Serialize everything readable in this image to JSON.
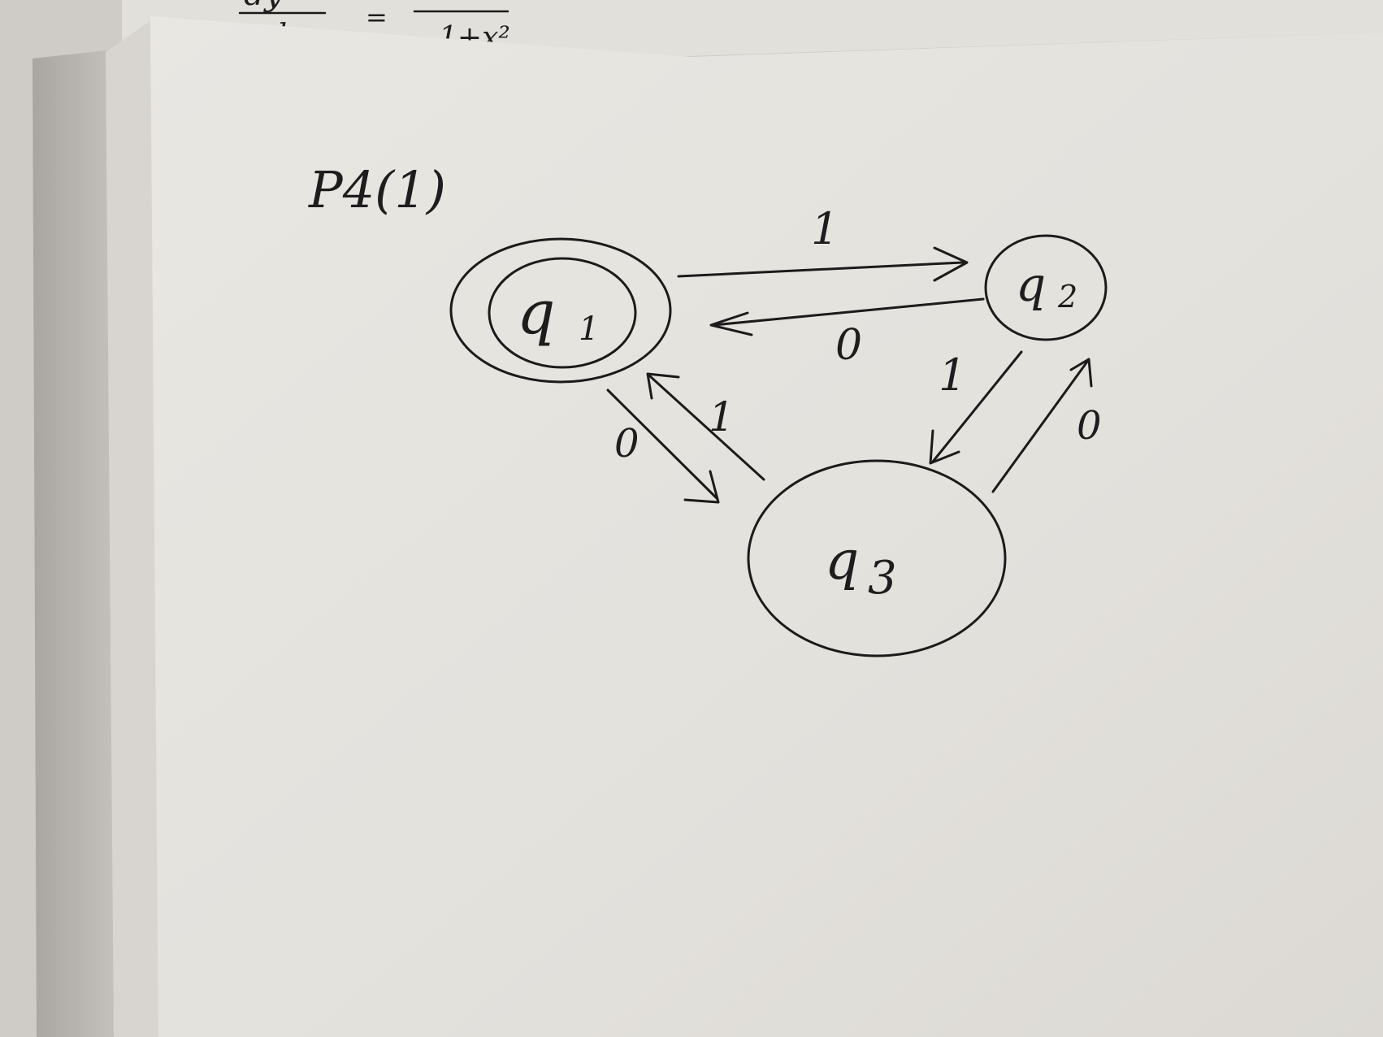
{
  "background_sheet": {
    "equation_numerator": "dy",
    "equation_denominator": "dx",
    "equation_equals": "=",
    "equation_rhs_denominator": "1+x²"
  },
  "diagram": {
    "title": "P4(1)",
    "states": [
      {
        "id": "q1",
        "label": "q",
        "sub": "1",
        "accepting": true
      },
      {
        "id": "q2",
        "label": "q",
        "sub": "2",
        "accepting": false
      },
      {
        "id": "q3",
        "label": "q",
        "sub": "3",
        "accepting": false
      }
    ],
    "transitions": [
      {
        "from": "q1",
        "to": "q2",
        "symbol": "1"
      },
      {
        "from": "q2",
        "to": "q1",
        "symbol": "0"
      },
      {
        "from": "q2",
        "to": "q3",
        "symbol": "1"
      },
      {
        "from": "q3",
        "to": "q2",
        "symbol": "0"
      },
      {
        "from": "q1",
        "to": "q3",
        "symbol": "0"
      },
      {
        "from": "q3",
        "to": "q1",
        "symbol": "1"
      }
    ]
  },
  "colors": {
    "ink": "#1b1b1b",
    "paper": "#e4e2dd",
    "background": "#d2cfca"
  }
}
